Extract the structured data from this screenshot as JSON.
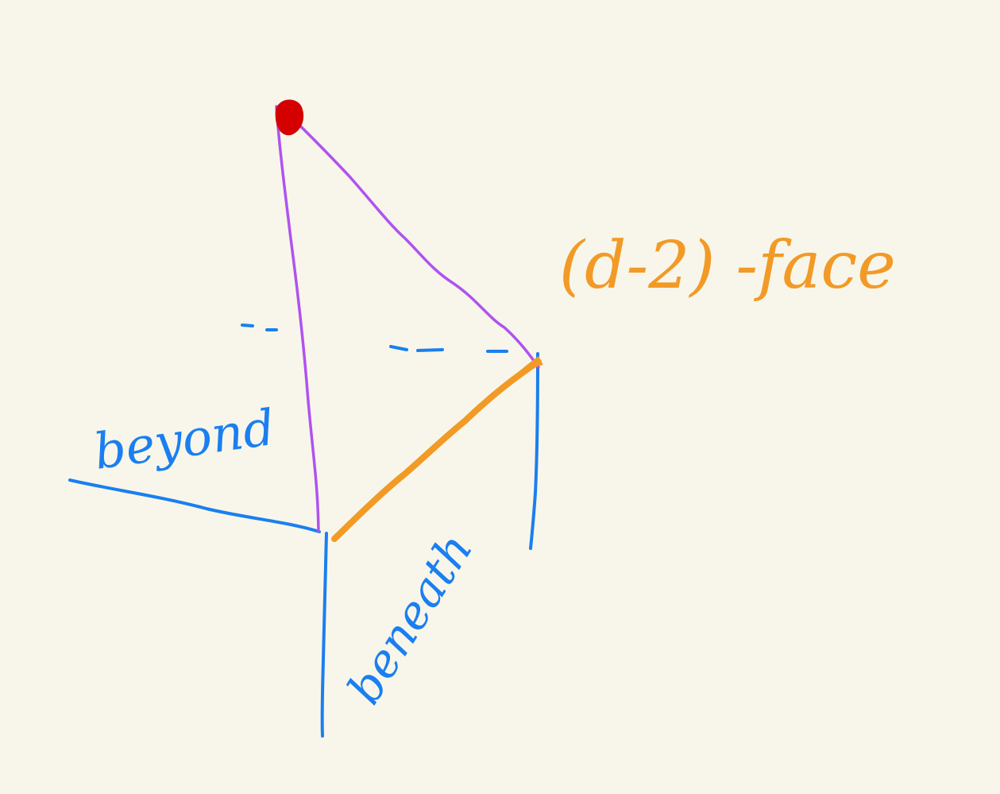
{
  "background": "#f8f6ea",
  "colors": {
    "blue": "#1a7ff0",
    "purple": "#b052f0",
    "orange": "#f29a26",
    "red": "#d40000"
  },
  "labels": {
    "face": "(d-2) -face",
    "beyond": "beyond",
    "beneath": "beneath"
  }
}
